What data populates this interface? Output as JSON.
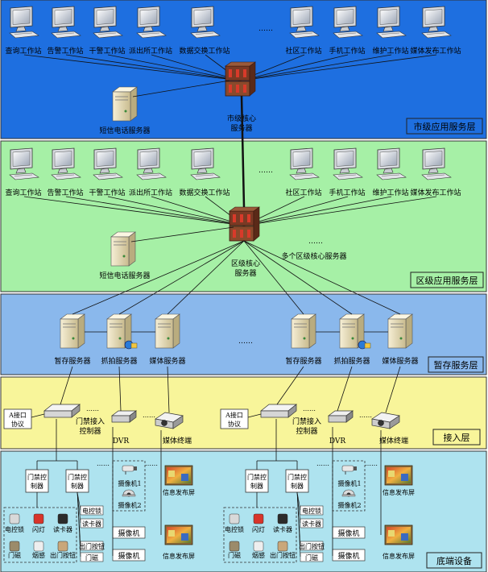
{
  "layers": {
    "city": {
      "label": "市级应用服务层",
      "color": "#1e6fe0"
    },
    "district": {
      "label": "区级应用服务层",
      "color": "#a6f0a6"
    },
    "storage": {
      "label": "暂存服务层",
      "color": "#8ab8ec"
    },
    "access": {
      "label": "接入层",
      "color": "#f8f59a"
    },
    "bottom": {
      "label": "底端设备",
      "color": "#aee3ef"
    }
  },
  "city": {
    "workstations_left": [
      "查询工作站",
      "告警工作站",
      "干警工作站",
      "派出所工作站",
      "数据交换工作站"
    ],
    "workstations_right": [
      "社区工作站",
      "手机工作站",
      "维护工作站",
      "媒体发布工作站"
    ],
    "ellipsis": "……",
    "core_server": [
      "市级核心",
      "服务器"
    ],
    "sms_server": "短信电话服务器"
  },
  "district": {
    "workstations_left": [
      "查询工作站",
      "告警工作站",
      "干警工作站",
      "派出所工作站",
      "数据交换工作站"
    ],
    "workstations_right": [
      "社区工作站",
      "手机工作站",
      "维护工作站",
      "媒体发布工作站"
    ],
    "ellipsis": "……",
    "core_server": [
      "区级核心",
      "服务器"
    ],
    "sms_server": "短信电话服务器",
    "multi_servers_dots": "……",
    "multi_servers": "多个区级核心服务器"
  },
  "storage": {
    "group_left": [
      "暂存服务器",
      "抓拍服务器",
      "媒体服务器"
    ],
    "group_right": [
      "暂存服务器",
      "抓拍服务器",
      "媒体服务器"
    ],
    "ellipsis": "……"
  },
  "access": {
    "a_interface": [
      "A接口",
      "协议"
    ],
    "door_access_controller": [
      "门禁接入",
      "控制器"
    ],
    "dvr": "DVR",
    "media_terminal": "媒体终端",
    "dots": "……"
  },
  "bottom": {
    "door_controller": [
      "门禁控",
      "制器"
    ],
    "devices_box": [
      "电控锁",
      "闪灯",
      "读卡器",
      "门磁",
      "烟感",
      "出门按钮"
    ],
    "side_list": [
      "电控锁",
      "读卡器",
      "出门按钮",
      "门磁"
    ],
    "cameras": [
      "摄像机1",
      "摄像机2"
    ],
    "camera": "摄像机",
    "info_screen": "信息发布屏",
    "dots": "……"
  }
}
